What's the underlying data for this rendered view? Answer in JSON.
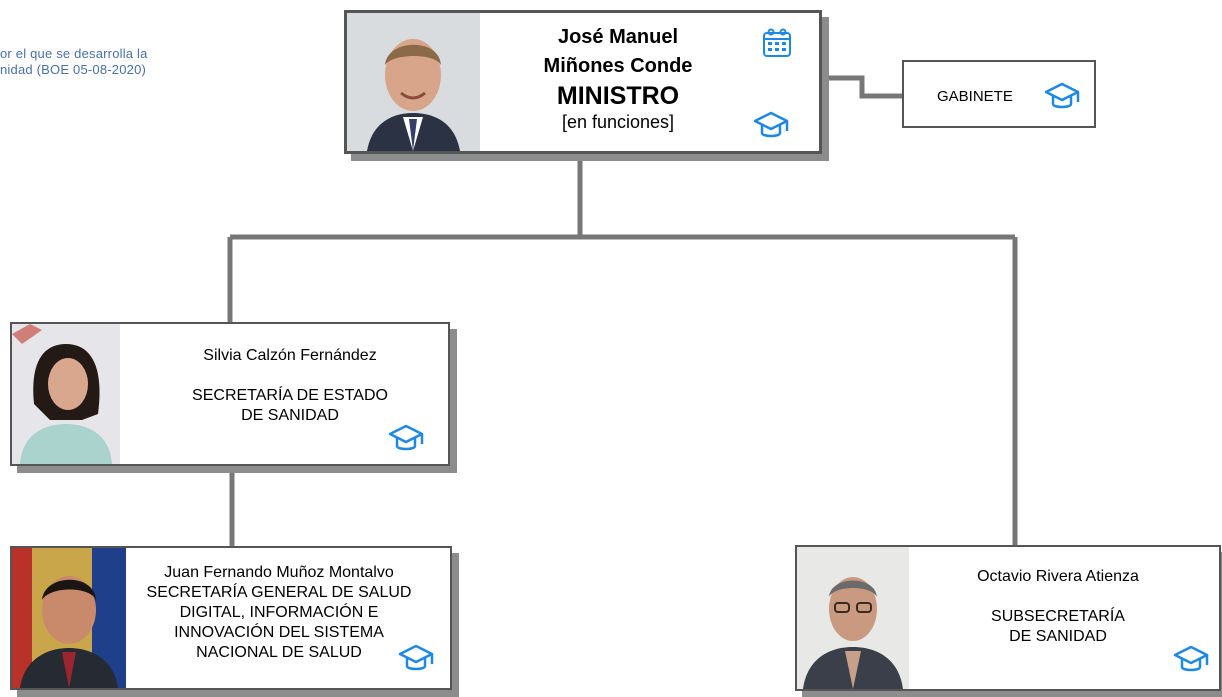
{
  "intro": {
    "line1": "or el que se desarrolla la",
    "line2": "nidad (BOE 05-08-2020)"
  },
  "minister": {
    "name_line1": "José Manuel",
    "name_line2": "Miñones Conde",
    "role": "MINISTRO",
    "status": "[en funciones]"
  },
  "gabinete": {
    "label": "GABINETE"
  },
  "sec_estado": {
    "person": "Silvia Calzón Fernández",
    "unit_line1": "SECRETARÍA  DE ESTADO",
    "unit_line2": "DE  SANIDAD"
  },
  "sec_general": {
    "person": "Juan Fernando Muñoz Montalvo",
    "unit_line1": "SECRETARÍA GENERAL DE  SALUD",
    "unit_line2": "DIGITAL, INFORMACIÓN E",
    "unit_line3": "INNOVACIÓN DEL SISTEMA",
    "unit_line4": "NACIONAL DE SALUD"
  },
  "subsec": {
    "person": "Octavio Rivera Atienza",
    "unit_line1": "SUBSECRETARÍA",
    "unit_line2": "DE SANIDAD"
  },
  "colors": {
    "icon_blue": "#1e88e5",
    "intro_text": "#4a6fa8",
    "connector": "#777777"
  }
}
